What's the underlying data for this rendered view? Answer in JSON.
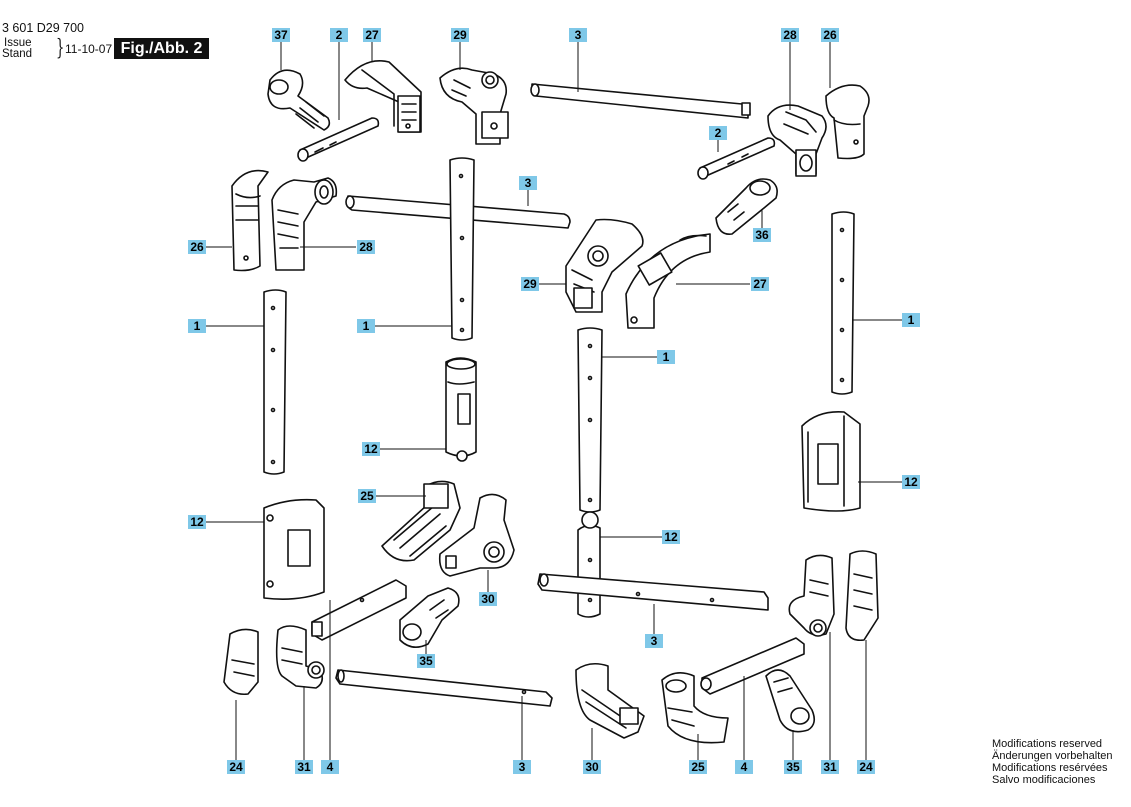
{
  "header": {
    "doc_number": "3 601 D29 700",
    "issue_label": "Issue",
    "stand_label": "Stand",
    "brace": "}",
    "date": "11-10-07",
    "figure_label": "Fig./Abb. 2"
  },
  "callouts": [
    "37",
    "2",
    "27",
    "29",
    "3",
    "28",
    "26",
    "2",
    "3",
    "36",
    "26",
    "28",
    "29",
    "27",
    "1",
    "1",
    "1",
    "1",
    "12",
    "12",
    "12",
    "12",
    "25",
    "30",
    "35",
    "3",
    "24",
    "31",
    "4",
    "3",
    "30",
    "25",
    "4",
    "35",
    "31",
    "24"
  ],
  "notes": [
    "Modifications reserved",
    "Änderungen vorbehalten",
    "Modifications resérvées",
    "Salvo modificaciones"
  ]
}
